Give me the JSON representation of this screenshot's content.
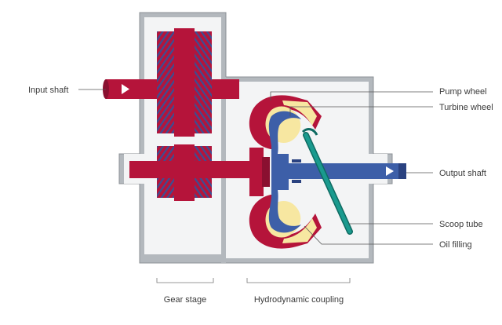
{
  "labels": {
    "input_shaft": "Input shaft",
    "pump_wheel": "Pump wheel",
    "turbine_wheel": "Turbine wheel",
    "output_shaft": "Output shaft",
    "scoop_tube": "Scoop tube",
    "oil_filling": "Oil filling",
    "gear_stage": "Gear stage",
    "hydrodynamic_coupling": "Hydrodynamic coupling"
  },
  "colors": {
    "housing_outer": "#b3b8bd",
    "housing_inner": "#f3f4f5",
    "red": "#b5143a",
    "red_dark": "#7d0e28",
    "blue": "#3d5fa8",
    "blue_dark": "#2a4280",
    "gear_teeth": "#3a4f94",
    "oil": "#f7e7a1",
    "scoop": "#1a9a8e",
    "scoop_dark": "#0f6b62",
    "leader": "#555555"
  },
  "icons": [
    "arrow-right-icon"
  ]
}
